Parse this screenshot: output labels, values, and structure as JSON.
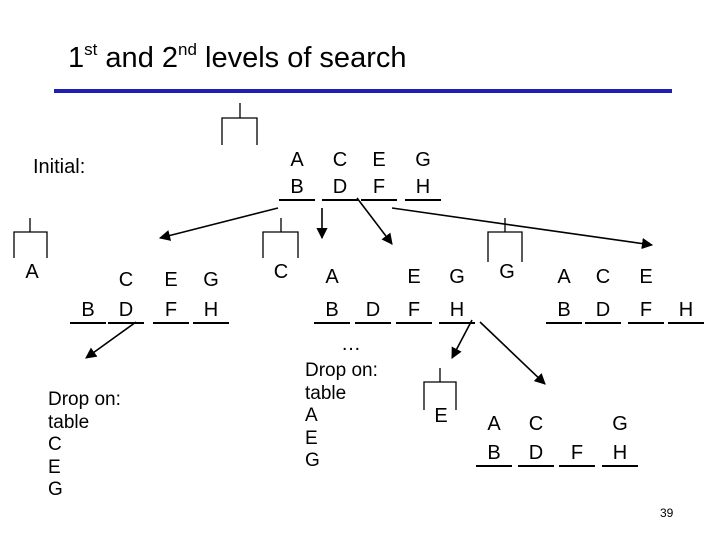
{
  "title": {
    "prefix": "1",
    "sup1": "st",
    "mid": " and 2",
    "sup2": "nd",
    "suffix": " levels of search"
  },
  "initial_label": "Initial:",
  "root_state": {
    "top": [
      "A",
      "C",
      "E",
      "G"
    ],
    "bottom": [
      "B",
      "D",
      "F",
      "H"
    ]
  },
  "child1": {
    "single": "A",
    "stack_top": [
      "C",
      "E",
      "G"
    ],
    "stack_bottom": [
      "B",
      "D",
      "F",
      "H"
    ]
  },
  "child2": {
    "single": "C",
    "top": [
      "A",
      "E",
      "G"
    ],
    "bottom": [
      "B",
      "D",
      "F",
      "H"
    ]
  },
  "child3": {
    "single": "G",
    "top": [
      "A",
      "C",
      "E"
    ],
    "bottom": [
      "B",
      "D",
      "F",
      "H"
    ]
  },
  "grandchild": {
    "single": "E",
    "top": [
      "A",
      "C",
      "G"
    ],
    "bottom": [
      "B",
      "D",
      "F",
      "H"
    ]
  },
  "ellipsis": "…",
  "drop1": {
    "heading": "Drop on:",
    "items": [
      "table",
      "C",
      "E",
      "G"
    ]
  },
  "drop2": {
    "heading": "Drop on:",
    "items": [
      "table",
      "A",
      "E",
      "G"
    ]
  },
  "page_number": "39"
}
